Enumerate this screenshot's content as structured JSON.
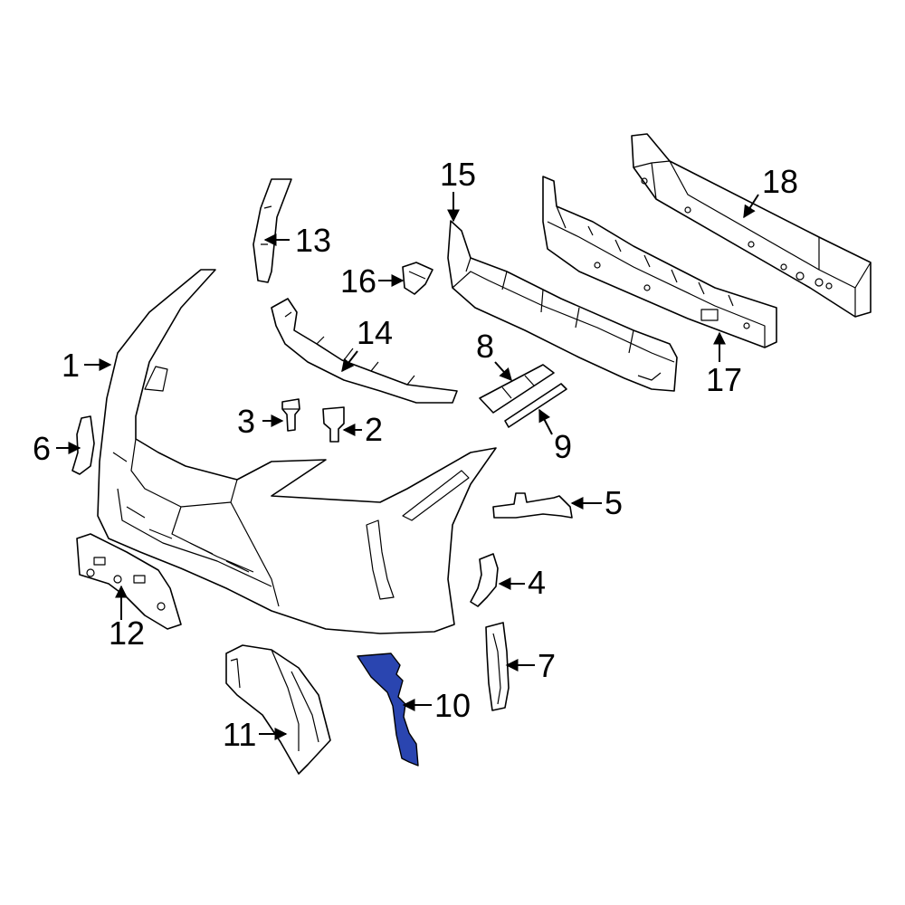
{
  "highlight_color": "#2a45b0",
  "callouts": [
    {
      "id": "1",
      "label": "1"
    },
    {
      "id": "2",
      "label": "2"
    },
    {
      "id": "3",
      "label": "3"
    },
    {
      "id": "4",
      "label": "4"
    },
    {
      "id": "5",
      "label": "5"
    },
    {
      "id": "6",
      "label": "6"
    },
    {
      "id": "7",
      "label": "7"
    },
    {
      "id": "8",
      "label": "8"
    },
    {
      "id": "9",
      "label": "9"
    },
    {
      "id": "10",
      "label": "10"
    },
    {
      "id": "11",
      "label": "11"
    },
    {
      "id": "12",
      "label": "12"
    },
    {
      "id": "13",
      "label": "13"
    },
    {
      "id": "14",
      "label": "14"
    },
    {
      "id": "15",
      "label": "15"
    },
    {
      "id": "16",
      "label": "16"
    },
    {
      "id": "17",
      "label": "17"
    },
    {
      "id": "18",
      "label": "18"
    }
  ]
}
